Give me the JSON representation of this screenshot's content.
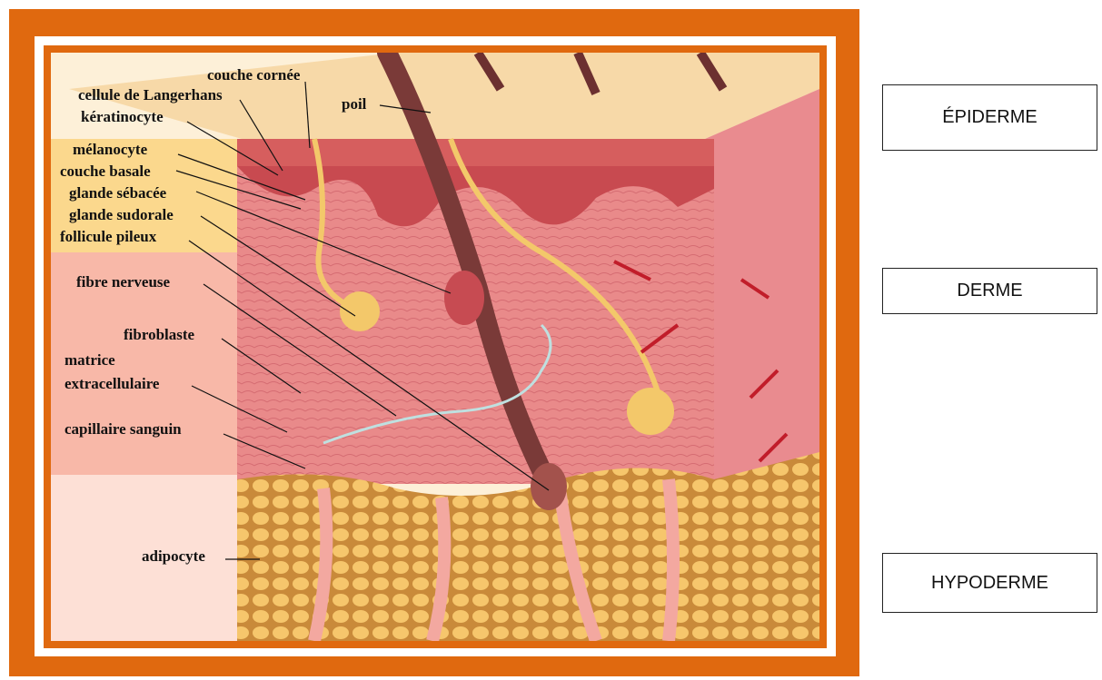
{
  "labels": {
    "couche_cornee": "couche cornée",
    "poil": "poil",
    "langerhans": "cellule de Langerhans",
    "keratinocyte": "kératinocyte",
    "melanocyte": "mélanocyte",
    "couche_basale": "couche basale",
    "glande_sebacee": "glande sébacée",
    "glande_sudorale": "glande sudorale",
    "follicule": "follicule pileux",
    "fibre_nerveuse": "fibre nerveuse",
    "fibroblaste": "fibroblaste",
    "matrice": "matrice",
    "extracellulaire": "extracellulaire",
    "capillaire": "capillaire sanguin",
    "adipocyte": "adipocyte"
  },
  "layers": {
    "epiderme": "ÉPIDERME",
    "derme": "DERME",
    "hypoderme": "HYPODERME"
  },
  "colors": {
    "frame": "#e0690f",
    "epidermis_band": "#fbe3a8",
    "dermis_band": "#f7b3a2",
    "hypodermis_band": "#fcdcd2",
    "fat": "#f4c06a"
  }
}
